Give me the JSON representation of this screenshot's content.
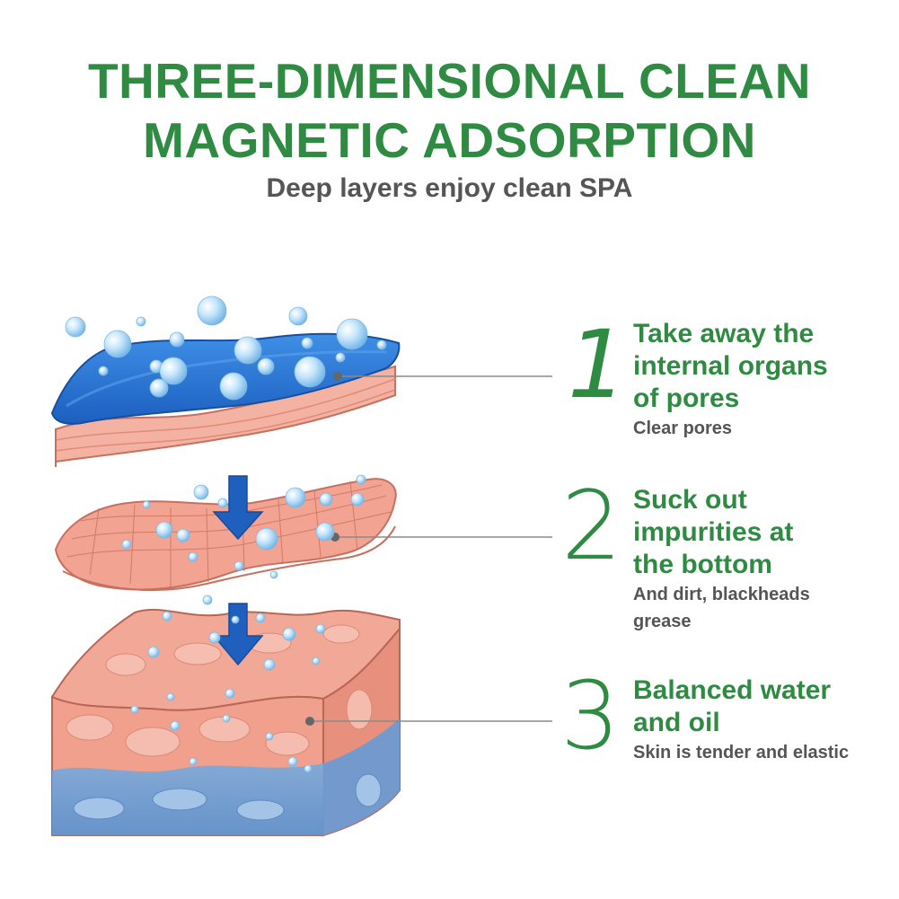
{
  "colors": {
    "accent_green": "#2f8a42",
    "text_gray": "#555555",
    "line_gray": "#8a8a8a",
    "arrow_blue": "#1f5fbe",
    "gel_blue": "#2a74d4",
    "skin_pink": "#f2a494",
    "skin_dark": "#c77060"
  },
  "header": {
    "title_line1": "THREE-DIMENSIONAL CLEAN",
    "title_line2": "MAGNETIC ADSORPTION",
    "subtitle": "Deep layers enjoy clean SPA"
  },
  "steps": [
    {
      "number": "1",
      "headline": [
        "Take away the",
        "internal organs",
        "of pores"
      ],
      "detail": [
        "Clear pores"
      ]
    },
    {
      "number": "2",
      "headline": [
        "Suck out",
        "impurities at",
        "the bottom"
      ],
      "detail": [
        "And dirt, blackheads",
        "grease"
      ]
    },
    {
      "number": "3",
      "headline": [
        "Balanced water",
        "and oil"
      ],
      "detail": [
        "Skin is tender and elastic"
      ]
    }
  ],
  "icons": {
    "arrows": "down-arrow-icon",
    "bubbles": "bubble-icon"
  }
}
